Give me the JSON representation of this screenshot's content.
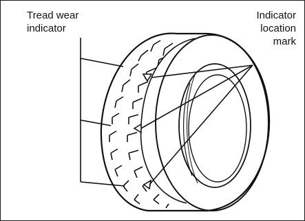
{
  "labels": {
    "tread_wear_indicator": [
      "Tread wear",
      "indicator"
    ],
    "indicator_location_mark": [
      "Indicator",
      "location",
      "mark"
    ]
  },
  "colors": {
    "ink": "#111111",
    "paper": "#ffffff"
  }
}
